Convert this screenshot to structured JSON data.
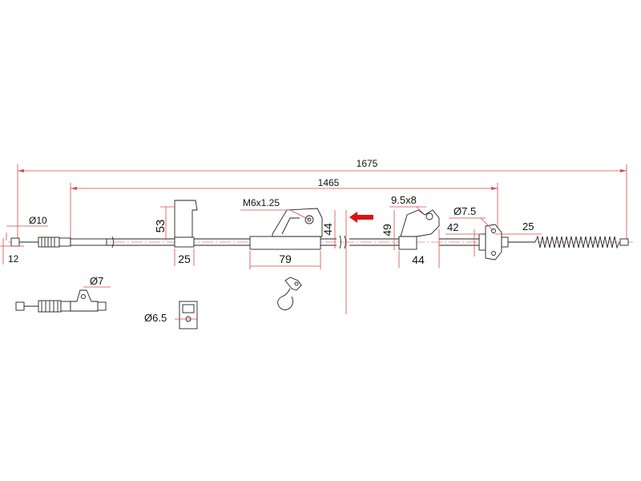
{
  "dimensions": {
    "total_length": "1675",
    "sheath_length": "1465",
    "end_diameter": "Ø10",
    "end_offset": "12",
    "bracket1_height": "53",
    "bracket1_width": "25",
    "thread_spec": "M6x1.25",
    "bracket2_height": "44",
    "bracket2_length": "79",
    "slot_spec": "9.5x8",
    "bracket3_height": "49",
    "bracket3_width": "44",
    "flange_hole": "Ø7.5",
    "flange_dim": "42",
    "spring_dim": "25",
    "alt_end_diameter": "Ø7",
    "clip_hole": "Ø6.5"
  },
  "colors": {
    "dimension_lines": "#d44a4a",
    "direction_arrow": "#e01010",
    "outline": "#222222"
  },
  "icons": {
    "direction": "arrow-left-icon"
  }
}
